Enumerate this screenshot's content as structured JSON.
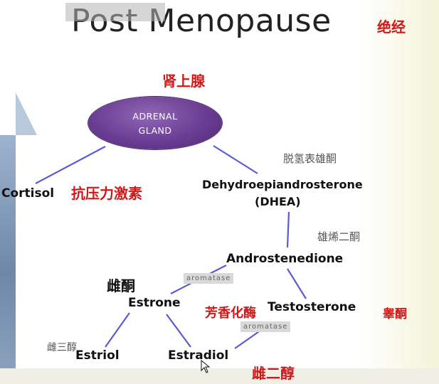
{
  "slide": {
    "title": "Post Menopause",
    "title_cn": "绝经"
  },
  "diagram": {
    "adrenal_cn": "肾上腺",
    "adrenal_line1": "ADRENAL",
    "adrenal_line2": "GLAND",
    "cortisol": "Cortisol",
    "cortisol_cn": "抗压力激素",
    "dhea_cn": "脱氢表雄酮",
    "dhea_line1": "Dehydroepiandrosterone",
    "dhea_line2": "(DHEA)",
    "androstenedione_cn": "雄烯二酮",
    "androstenedione": "Androstenedione",
    "aromatase_1": "aromatase",
    "aromatase_2": "aromatase",
    "estrone_cn": "雌酮",
    "estrone": "Estrone",
    "aromatase_cn": "芳香化酶",
    "testosterone": "Testosterone",
    "testosterone_cn": "睾酮",
    "estriol_cn": "雌三醇",
    "estriol": "Estriol",
    "estradiol": "Estradiol",
    "estradiol_cn": "雌二醇"
  },
  "colors": {
    "edge": "#5a5ad6",
    "red_text": "#d01818",
    "ellipse": "#6a3d94"
  }
}
